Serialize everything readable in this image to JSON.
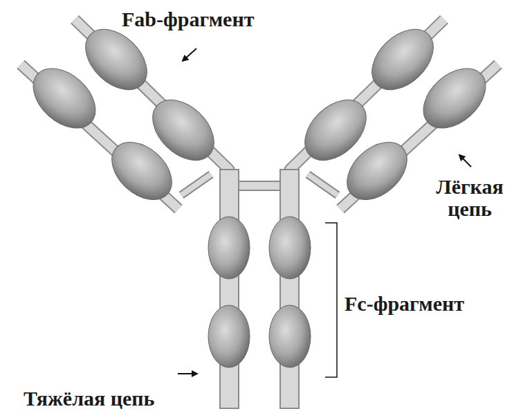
{
  "diagram": {
    "labels": [
      "Fab-фрагмент",
      "Лёгкая цепь",
      "Fc-фрагмент",
      "Тяжёлая цепь"
    ]
  }
}
